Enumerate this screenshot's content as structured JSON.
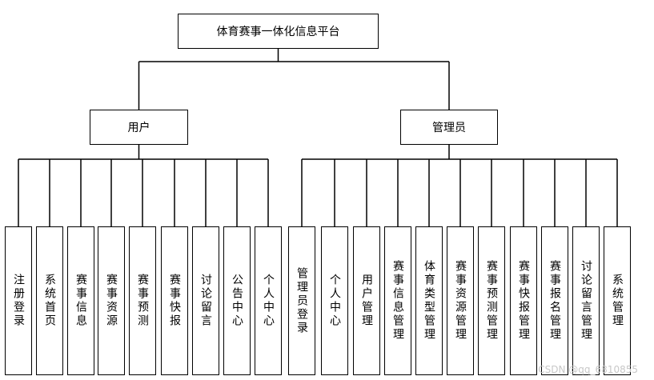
{
  "root": "体育赛事一体化信息平台",
  "groups": [
    {
      "label": "用户",
      "children": [
        "注册登录",
        "系统首页",
        "赛事信息",
        "赛事资源",
        "赛事预测",
        "赛事快报",
        "讨论留言",
        "公告中心",
        "个人中心"
      ]
    },
    {
      "label": "管理员",
      "children": [
        "管理员登录",
        "个人中心",
        "用户管理",
        "赛事信息管理",
        "体育类型管理",
        "赛事资源管理",
        "赛事预测管理",
        "赛事快报管理",
        "赛事报名管理",
        "讨论留言管理",
        "系统管理"
      ]
    }
  ],
  "watermark": "CSDN @qq_6810855"
}
